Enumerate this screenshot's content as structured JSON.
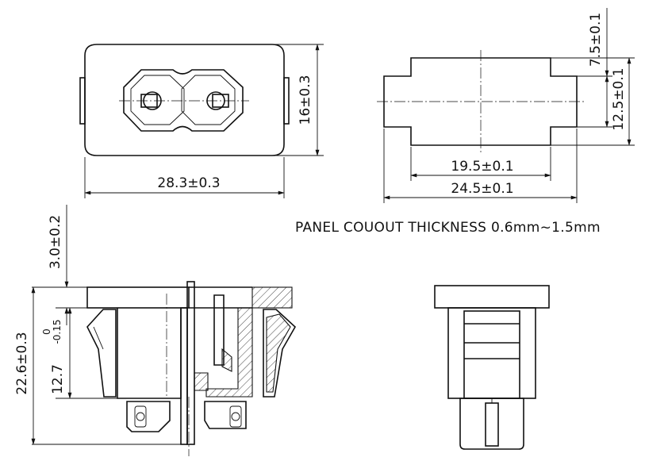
{
  "dimensions": {
    "top_width": "28.3±0.3",
    "top_height": "16±0.3",
    "cutout_step": "7.5±0.1",
    "cutout_height": "12.5±0.1",
    "cutout_inner_width": "19.5±0.1",
    "cutout_outer_width": "24.5±0.1",
    "flange_thickness": "3.0±0.2",
    "overall_height": "22.6±0.3",
    "body_depth": "12.7",
    "body_depth_tol_upper": "0",
    "body_depth_tol_lower": "-0.15"
  },
  "notes": {
    "panel_cutout": "PANEL COUOUT THICKNESS 0.6mm~1.5mm"
  }
}
